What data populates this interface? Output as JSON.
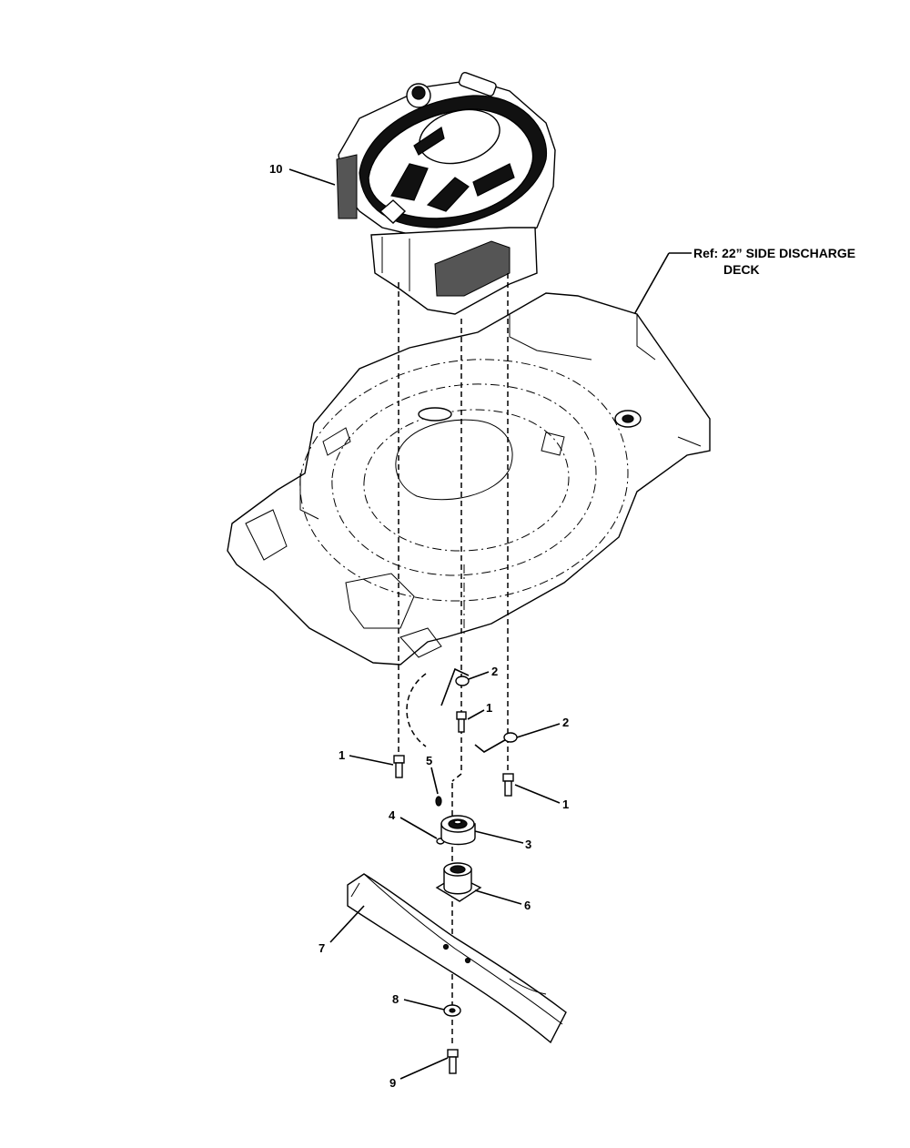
{
  "reference": {
    "line1": "Ref: 22” SIDE DISCHARGE",
    "line2": "DECK"
  },
  "callouts": {
    "engine": "10",
    "bolt_left": "1",
    "bolt_center": "1",
    "bolt_right": "1",
    "clip_upper": "2",
    "clip_lower": "2",
    "adapter": "3",
    "key": "4",
    "set_screw": "5",
    "blade_adapter": "6",
    "blade": "7",
    "washer": "8",
    "blade_bolt": "9"
  }
}
